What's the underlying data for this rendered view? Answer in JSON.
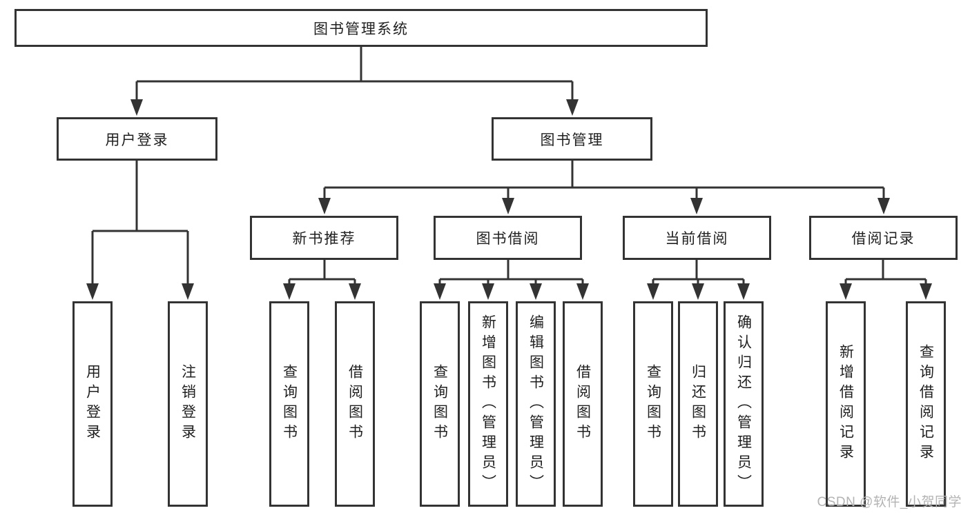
{
  "diagram": {
    "root_label": "图书管理系统",
    "branches": [
      {
        "label": "用户登录",
        "leaves": [
          "用户登录",
          "注销登录"
        ]
      },
      {
        "label": "图书管理",
        "sections": [
          {
            "label": "新书推荐",
            "leaves": [
              "查询图书",
              "借阅图书"
            ]
          },
          {
            "label": "图书借阅",
            "leaves": [
              "查询图书",
              "新增图书（管理员）",
              "编辑图书（管理员）",
              "借阅图书"
            ]
          },
          {
            "label": "当前借阅",
            "leaves": [
              "查询图书",
              "归还图书",
              "确认归还（管理员）"
            ]
          },
          {
            "label": "借阅记录",
            "leaves": [
              "新增借阅记录",
              "查询借阅记录"
            ]
          }
        ]
      }
    ]
  },
  "watermark": "CSDN @软件_小贺同学",
  "colors": {
    "line": "#333333",
    "text": "#1f1f1f",
    "watermark": "#b3b3b3",
    "background": "#ffffff"
  }
}
